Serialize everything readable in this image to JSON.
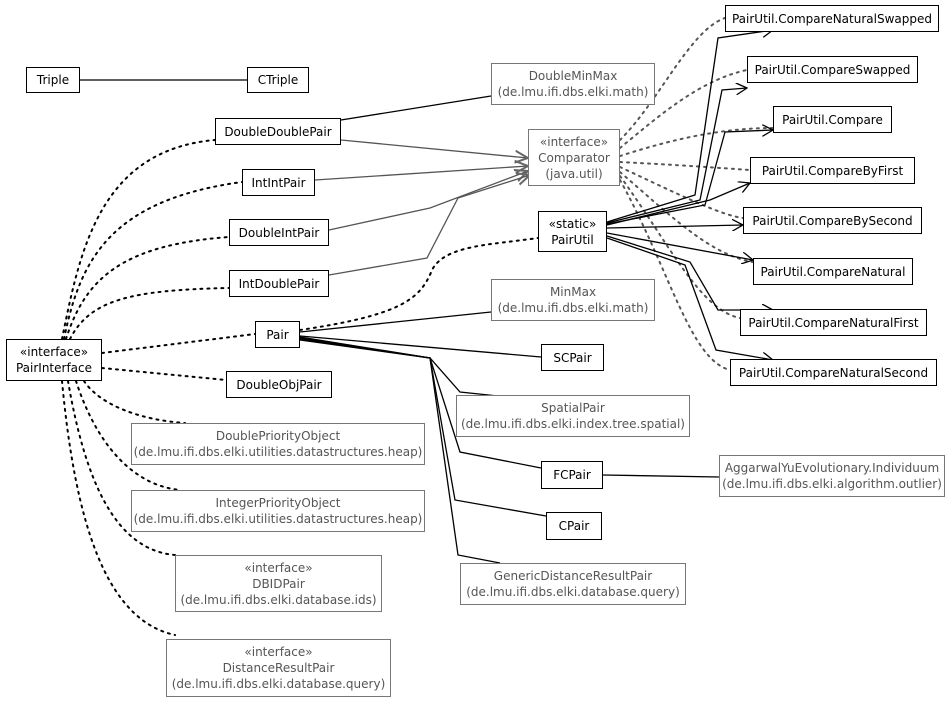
{
  "nodes": {
    "triple": {
      "name": "Triple"
    },
    "ctriple": {
      "name": "CTriple"
    },
    "doubleminmax": {
      "name": "DoubleMinMax",
      "package": "(de.lmu.ifi.dbs.elki.math)"
    },
    "doubledoublepair": {
      "name": "DoubleDoublePair"
    },
    "comparator": {
      "stereotype": "«interface»",
      "name": "Comparator",
      "package": "(java.util)"
    },
    "intintpair": {
      "name": "IntIntPair"
    },
    "doubleintpair": {
      "name": "DoubleIntPair"
    },
    "pairutil": {
      "stereotype": "«static»",
      "name": "PairUtil"
    },
    "intdoublepair": {
      "name": "IntDoublePair"
    },
    "minmax": {
      "name": "MinMax",
      "package": "(de.lmu.ifi.dbs.elki.math)"
    },
    "pair": {
      "name": "Pair"
    },
    "pairinterface": {
      "stereotype": "«interface»",
      "name": "PairInterface"
    },
    "scpair": {
      "name": "SCPair"
    },
    "doubleobjpair": {
      "name": "DoubleObjPair"
    },
    "spatialpair": {
      "name": "SpatialPair",
      "package": "(de.lmu.ifi.dbs.elki.index.tree.spatial)"
    },
    "doublepriorityobject": {
      "name": "DoublePriorityObject",
      "package": "(de.lmu.ifi.dbs.elki.utilities.datastructures.heap)"
    },
    "fcpair": {
      "name": "FCPair"
    },
    "aggarwal": {
      "name": "AggarwalYuEvolutionary.Individuum",
      "package": "(de.lmu.ifi.dbs.elki.algorithm.outlier)"
    },
    "integerpriorityobject": {
      "name": "IntegerPriorityObject",
      "package": "(de.lmu.ifi.dbs.elki.utilities.datastructures.heap)"
    },
    "cpair": {
      "name": "CPair"
    },
    "dbidpair": {
      "stereotype": "«interface»",
      "name": "DBIDPair",
      "package": "(de.lmu.ifi.dbs.elki.database.ids)"
    },
    "genericdistanceresultpair": {
      "name": "GenericDistanceResultPair",
      "package": "(de.lmu.ifi.dbs.elki.database.query)"
    },
    "distanceresultpair": {
      "stereotype": "«interface»",
      "name": "DistanceResultPair",
      "package": "(de.lmu.ifi.dbs.elki.database.query)"
    },
    "cmp_natural_swapped": {
      "name": "PairUtil.CompareNaturalSwapped"
    },
    "cmp_swapped": {
      "name": "PairUtil.CompareSwapped"
    },
    "cmp": {
      "name": "PairUtil.Compare"
    },
    "cmp_by_first": {
      "name": "PairUtil.CompareByFirst"
    },
    "cmp_by_second": {
      "name": "PairUtil.CompareBySecond"
    },
    "cmp_natural": {
      "name": "PairUtil.CompareNatural"
    },
    "cmp_natural_first": {
      "name": "PairUtil.CompareNaturalFirst"
    },
    "cmp_natural_second": {
      "name": "PairUtil.CompareNaturalSecond"
    }
  }
}
